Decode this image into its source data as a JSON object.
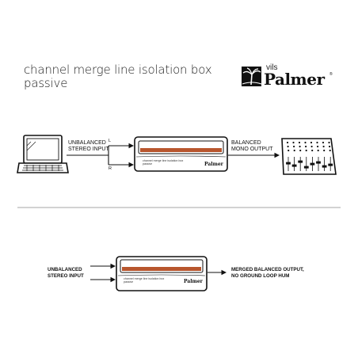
{
  "header": {
    "title_line1": "channel merge line isolation box",
    "title_line2": "passive",
    "logo_small": "vils",
    "logo_word": "Palmer",
    "logo_reg": "®"
  },
  "top_diagram": {
    "input_label_line1": "UNBALANCED",
    "input_label_line2": "STEREO INPUT",
    "channel_l": "L",
    "channel_r": "R",
    "device_text": "channel merge line isolation box passive",
    "device_brand": "Palmer",
    "output_label_line1": "BALANCED",
    "output_label_line2": "MONO OUTPUT"
  },
  "bottom_diagram": {
    "input_label_line1": "UNBALANCED",
    "input_label_line2": "STEREO INPUT",
    "device_text": "channel merge line isolation box passive",
    "device_brand": "Palmer",
    "output_label_line1": "MERGED BALANCED OUTPUT,",
    "output_label_line2": "NO GROUND LOOP HUM"
  },
  "colors": {
    "stripe": "#b8562e",
    "line": "#111111",
    "divider": "#888888"
  }
}
